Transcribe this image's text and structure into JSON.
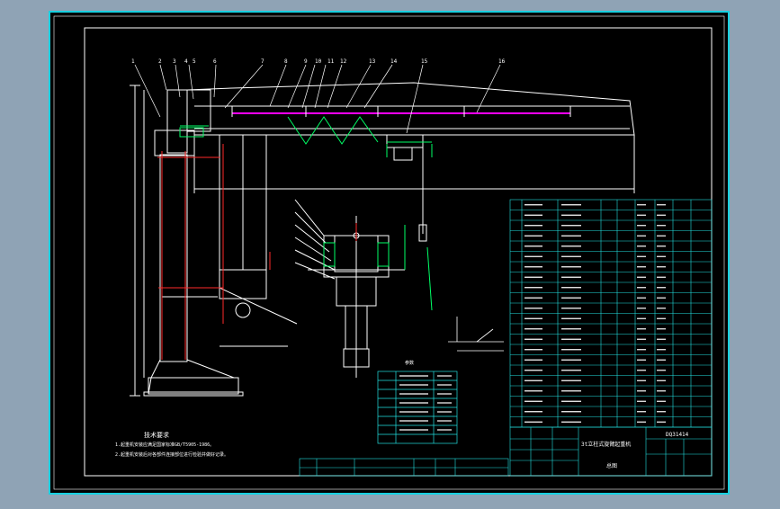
{
  "drawing": {
    "title_code": "DQ31414",
    "title_name": "3t立柱式旋臂起重机",
    "title_sub": "总图",
    "notes_heading": "技术要求",
    "notes": [
      "1.起重机安装应满足国家标准GB/T5905-1986。",
      "2.起重机安装后对各部件连接部位进行检验并做好记录。"
    ],
    "small_table_heading": "参数",
    "colors": {
      "frame": "#000000",
      "outline": "#ffffff",
      "centerline": "#ff2a2a",
      "annotation": "#00ff66",
      "table": "#22e0e0",
      "rail": "#ff00ff",
      "viewport_border": "#18d0e0"
    }
  }
}
